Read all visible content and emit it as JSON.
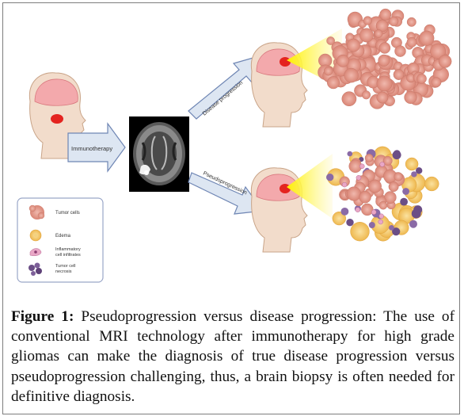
{
  "figure": {
    "arrow_labels": {
      "immunotherapy": "Immunotherapy",
      "disease_progression": "Disease progression",
      "pseudoprogression": "Pseudoprogression"
    },
    "legend": {
      "tumor_cells": "Tumor cells",
      "edema": "Edema",
      "inflammatory_line1": "Inflammatory",
      "inflammatory_line2": "cell infiltrates",
      "necrosis_line1": "Tumor cell",
      "necrosis_line2": "necrosis"
    },
    "colors": {
      "skin": "#f2dccb",
      "brain": "#f3a9ac",
      "tumor": "#e4231f",
      "tumor_cell": "#e7a196",
      "edema": "#f5cf7b",
      "necrosis": "#6b4e86",
      "arrow_fill": "#dde6f2",
      "arrow_stroke": "#6f86b4"
    }
  },
  "caption": {
    "label": "Figure 1:",
    "text": " Pseudoprogression versus disease progression: The use of conventional MRI technology after immunotherapy for high grade gliomas can make the diagnosis of true disease progression versus pseudoprogression challenging, thus, a brain biopsy is often needed for definitive diagnosis."
  }
}
